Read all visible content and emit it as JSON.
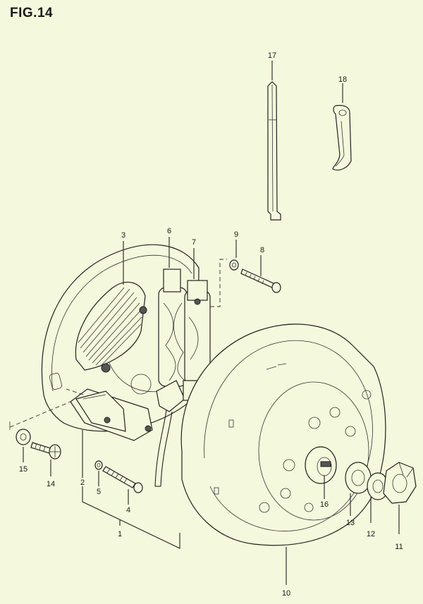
{
  "title": "FIG.14",
  "part_numbers": {
    "p1": "1",
    "p2": "2",
    "p3": "3",
    "p4": "4",
    "p5": "5",
    "p6": "6",
    "p7": "7",
    "p8": "8",
    "p9": "9",
    "p10": "10",
    "p11": "11",
    "p12": "12",
    "p13": "13",
    "p14": "14",
    "p15": "15",
    "p16": "16",
    "p17": "17",
    "p18": "18"
  }
}
